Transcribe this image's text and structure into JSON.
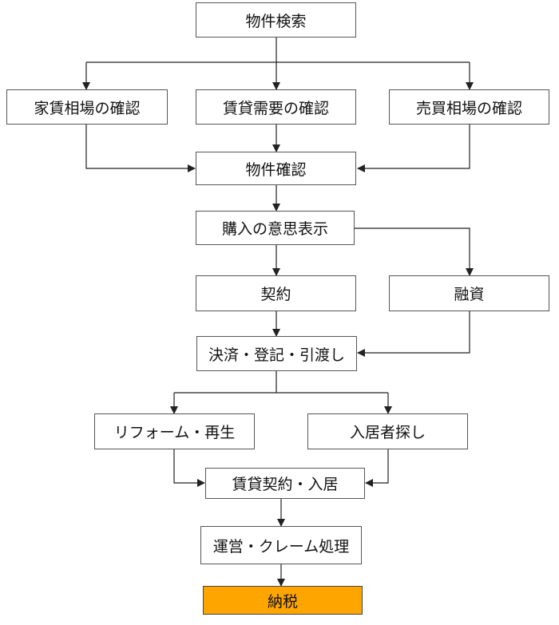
{
  "diagram": {
    "nodes": {
      "property_search": "物件検索",
      "rent_market": "家賃相場の確認",
      "rental_demand": "賃貸需要の確認",
      "sale_market": "売買相場の確認",
      "property_check": "物件確認",
      "purchase_intent": "購入の意思表示",
      "contract": "契約",
      "financing": "融資",
      "settlement": "決済・登記・引渡し",
      "renovation": "リフォーム・再生",
      "tenant_search": "入居者探し",
      "lease_contract": "賃貸契約・入居",
      "operation": "運営・クレーム処理",
      "tax_payment": "納税"
    },
    "colors": {
      "highlight": "#ffa500",
      "border": "#555555",
      "line": "#222222"
    }
  }
}
